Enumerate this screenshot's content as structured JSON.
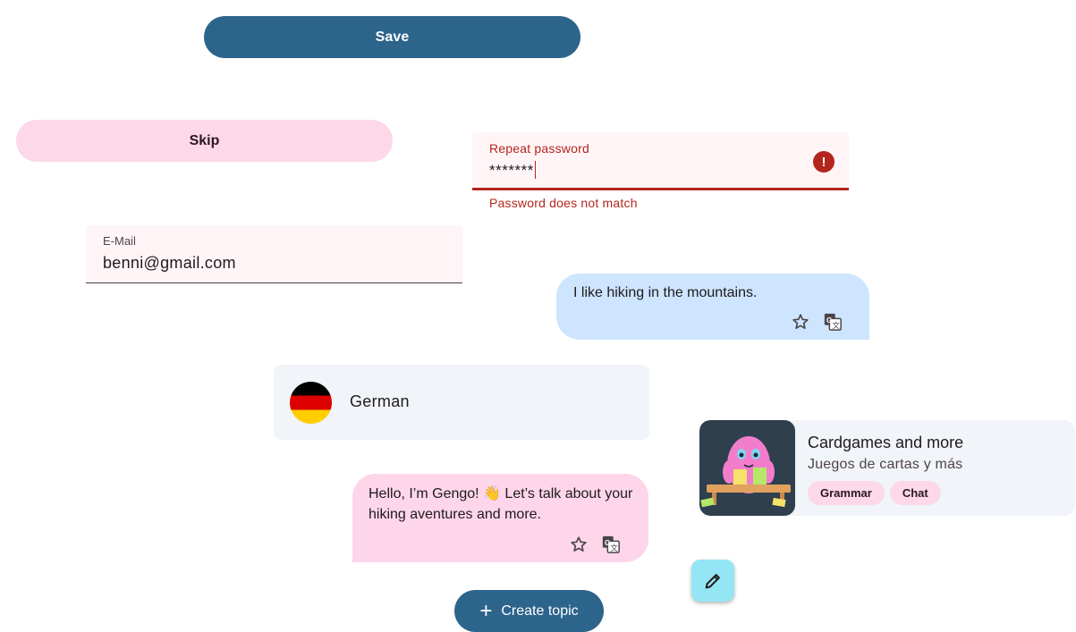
{
  "buttons": {
    "save_label": "Save",
    "skip_label": "Skip",
    "create_topic_label": "Create topic",
    "create_topic_icon": "+"
  },
  "password_field": {
    "label": "Repeat password",
    "value": "*******",
    "error_icon": "!",
    "support_text": "Password does not match",
    "error_color": "#b3261e"
  },
  "email_field": {
    "label": "E-Mail",
    "value": "benni@gmail.com"
  },
  "user_message": {
    "text": "I like hiking in the mountains."
  },
  "language_card": {
    "name": "German",
    "flag_icon": "germany-flag-icon"
  },
  "bot_message": {
    "text": "Hello, I’m Gengo! 👋 Let’s talk about your hiking aventures and more."
  },
  "topic_card": {
    "title": "Cardgames and more",
    "subtitle": "Juegos de cartas y más",
    "chips": [
      "Grammar",
      "Chat"
    ]
  },
  "colors": {
    "primary": "#2c648c",
    "secondary_container": "#fcd8e9",
    "user_bubble": "#cde5fe",
    "surface_variant": "#f1f4f8",
    "tertiary_fab": "#95e6f4"
  }
}
